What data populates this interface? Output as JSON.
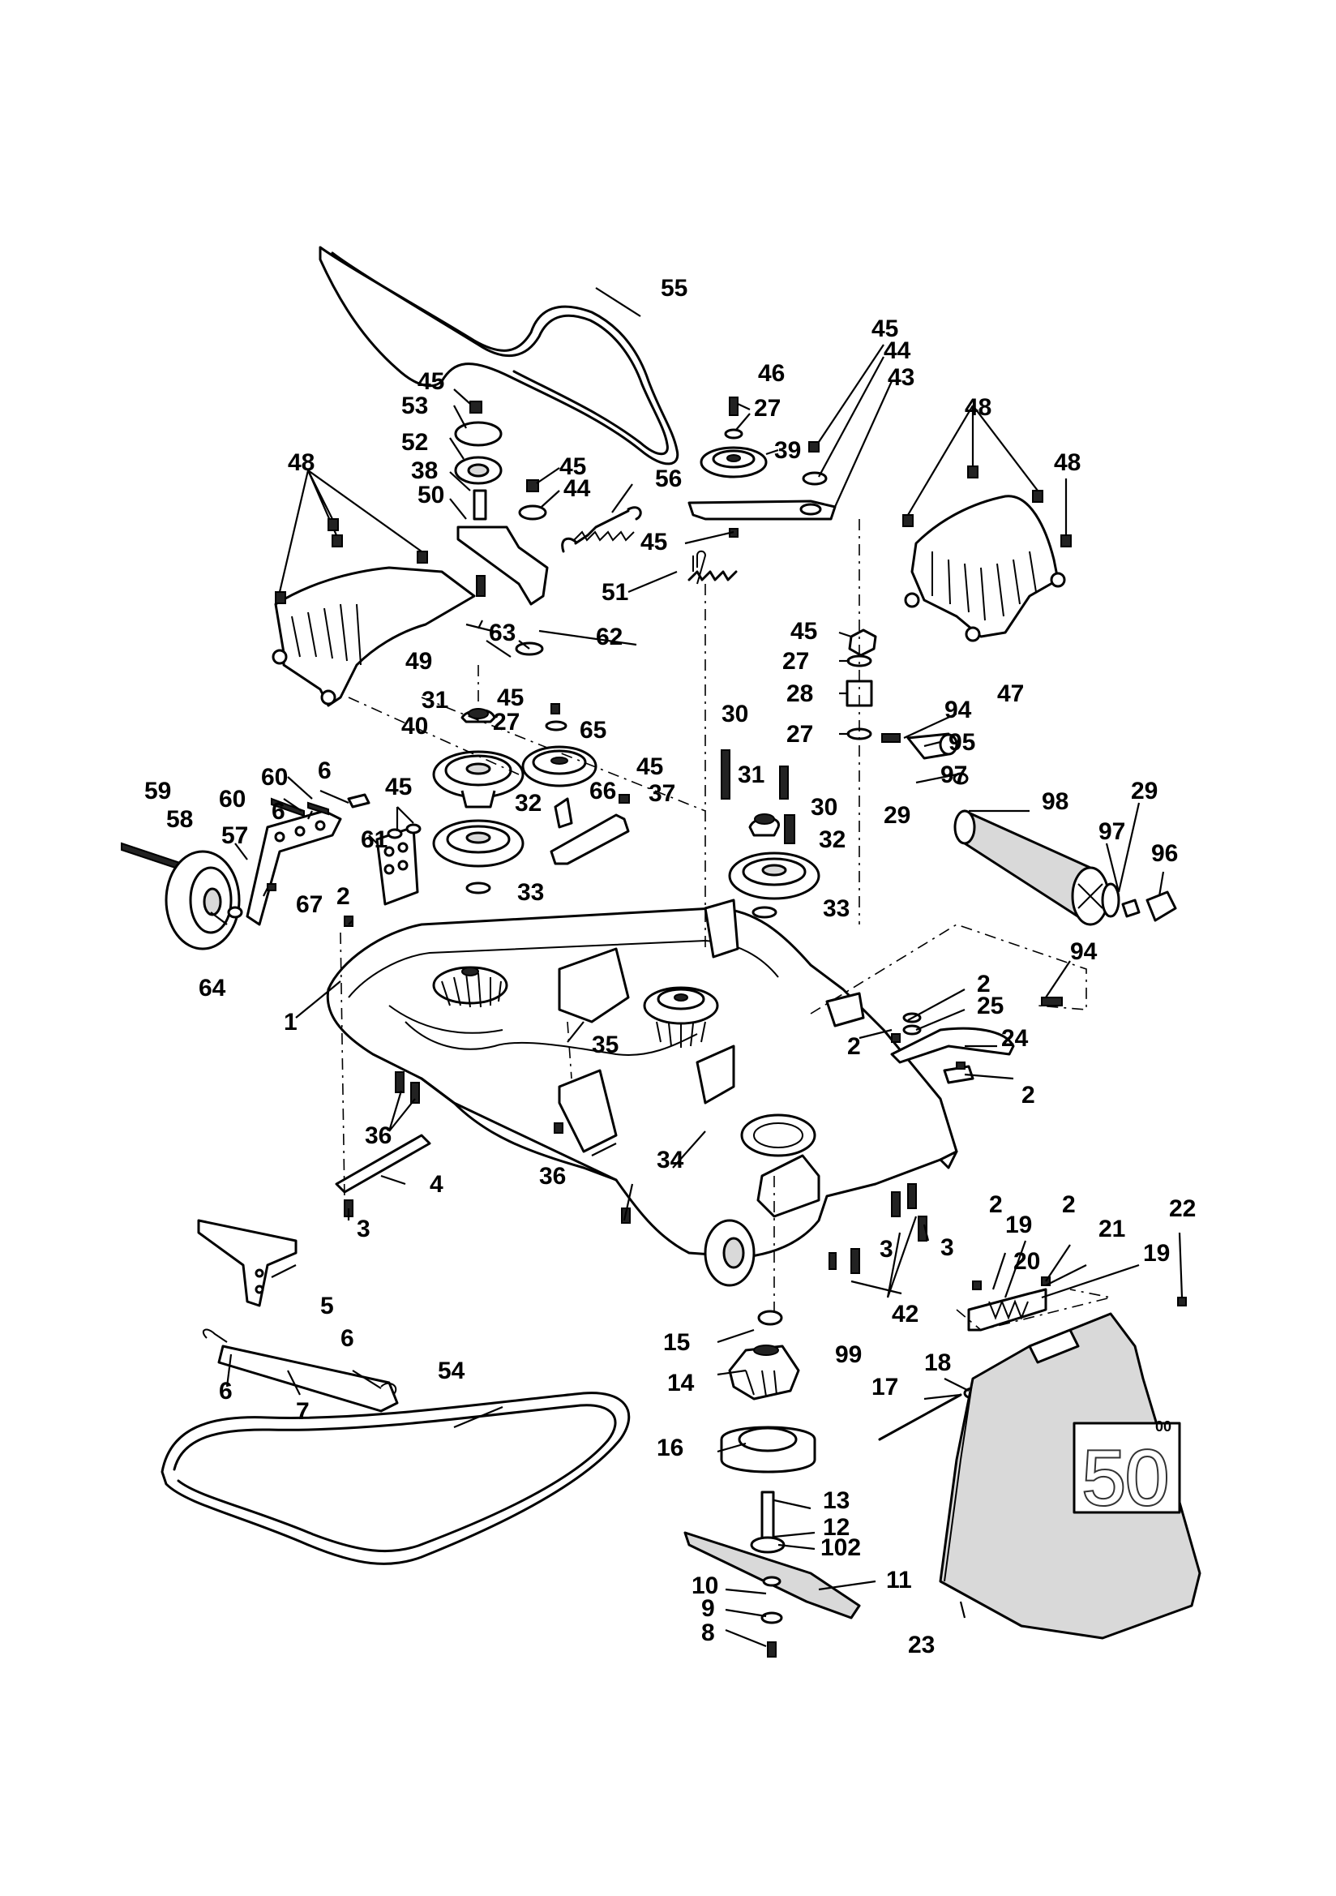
{
  "diagram": {
    "part_labels": [
      "1",
      "2",
      "3",
      "4",
      "5",
      "6",
      "7",
      "8",
      "9",
      "10",
      "11",
      "12",
      "13",
      "14",
      "15",
      "16",
      "17",
      "18",
      "19",
      "20",
      "21",
      "22",
      "23",
      "24",
      "25",
      "27",
      "28",
      "29",
      "30",
      "31",
      "32",
      "33",
      "34",
      "35",
      "36",
      "37",
      "38",
      "39",
      "40",
      "42",
      "43",
      "44",
      "45",
      "46",
      "47",
      "48",
      "49",
      "50",
      "51",
      "52",
      "53",
      "54",
      "55",
      "56",
      "57",
      "58",
      "59",
      "60",
      "61",
      "62",
      "63",
      "64",
      "65",
      "66",
      "67",
      "94",
      "95",
      "96",
      "97",
      "98",
      "99",
      "102"
    ],
    "shield_badge": "50",
    "shield_badge_sup": "00"
  }
}
